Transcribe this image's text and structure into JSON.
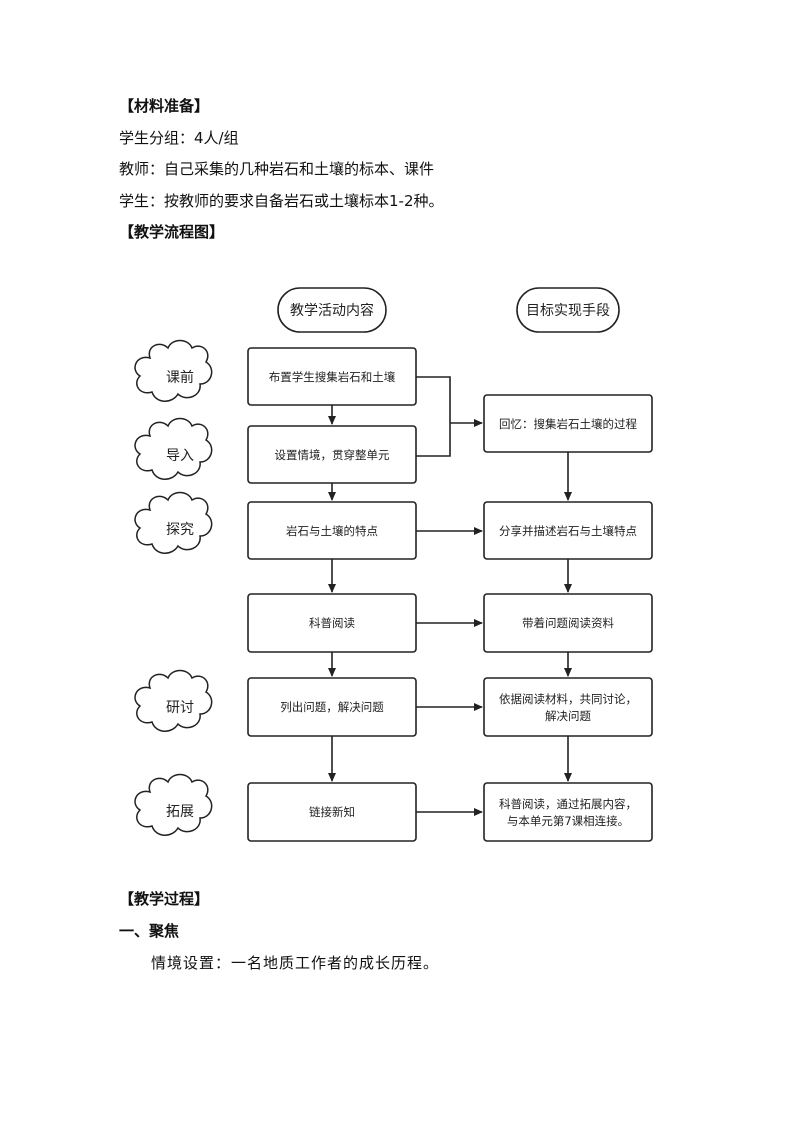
{
  "materials": {
    "heading": "【材料准备】",
    "grouping": "学生分组：4人/组",
    "teacher": "教师：自己采集的几种岩石和土壤的标本、课件",
    "student": "学生：按教师的要求自备岩石或土壤标本1-2种。"
  },
  "flow_heading": "【教学流程图】",
  "flowchart": {
    "col_header_left": "教学活动内容",
    "col_header_right": "目标实现手段",
    "stages": {
      "pre": "课前",
      "intro": "导入",
      "explore": "探究",
      "discuss": "研讨",
      "extend": "拓展"
    },
    "left": {
      "b1": "布置学生搜集岩石和土壤",
      "b2": "设置情境，贯穿整单元",
      "b3": "岩石与土壤的特点",
      "b4": "科普阅读",
      "b5": "列出问题，解决问题",
      "b6": "链接新知"
    },
    "right": {
      "r1": "回忆：搜集岩石土壤的过程",
      "r2": "分享并描述岩石与土壤特点",
      "r3": "带着问题阅读资料",
      "r4_l1": "依据阅读材料，共同讨论，",
      "r4_l2": "解决问题",
      "r5_l1": "科普阅读，通过拓展内容，",
      "r5_l2": "与本单元第7课相连接。"
    }
  },
  "process": {
    "heading": "【教学过程】",
    "section1": "一、聚焦",
    "context": "情境设置：一名地质工作者的成长历程。"
  }
}
